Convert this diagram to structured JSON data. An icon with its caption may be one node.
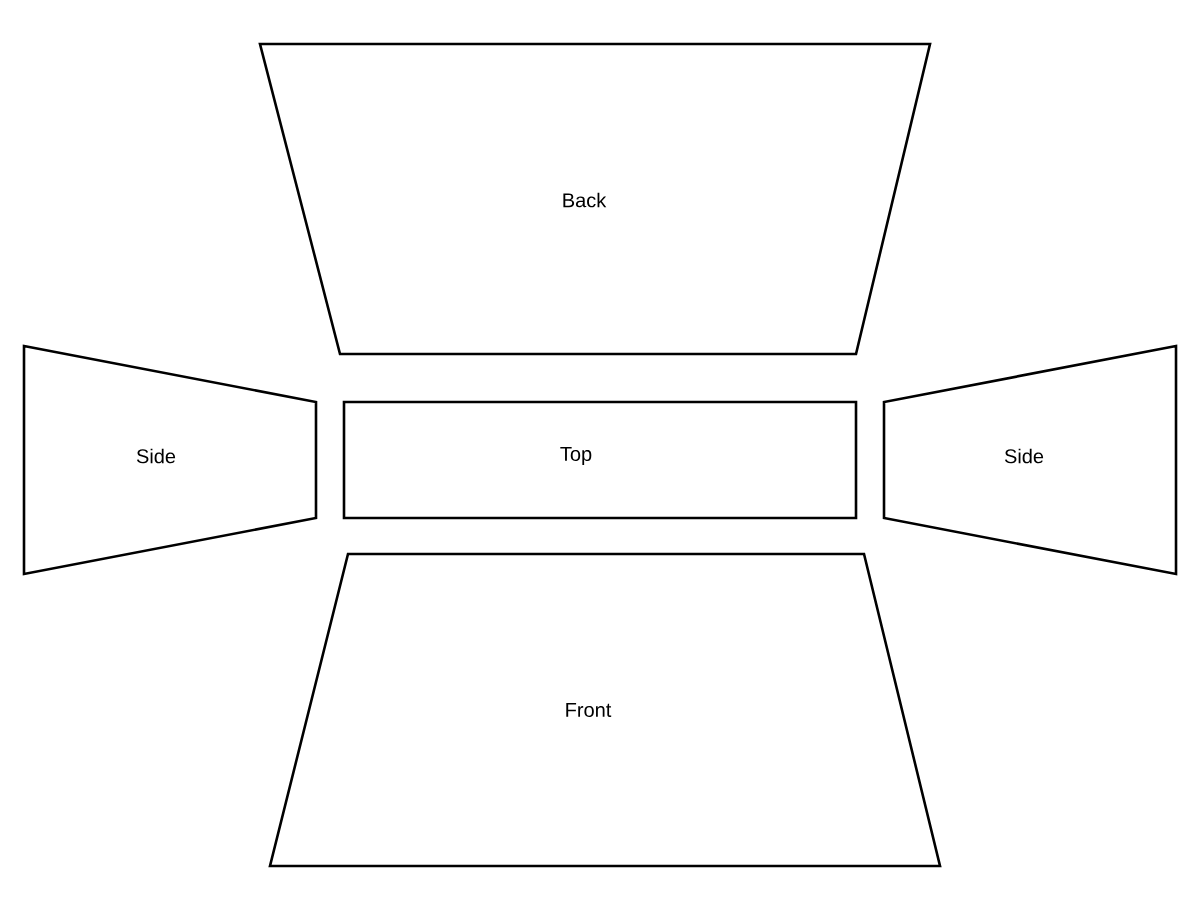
{
  "diagram": {
    "nodes": [
      {
        "text": [
          "Back"
        ]
      },
      {
        "text": [
          "Side"
        ]
      },
      {
        "text": [
          "Top"
        ]
      },
      {
        "text": [
          "Side"
        ]
      },
      {
        "text": [
          "Front"
        ]
      }
    ]
  }
}
